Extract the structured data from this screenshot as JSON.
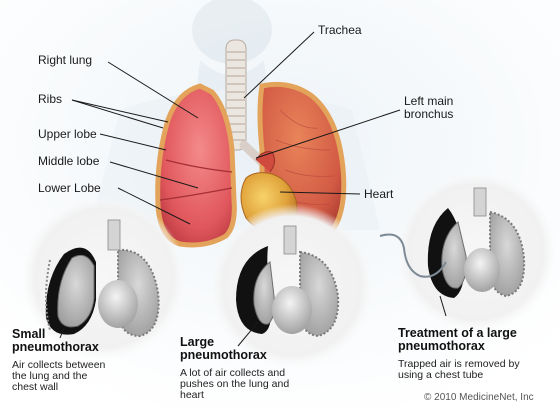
{
  "labels": {
    "trachea": "Trachea",
    "right_lung": "Right lung",
    "ribs": "Ribs",
    "upper_lobe": "Upper lobe",
    "middle_lobe": "Middle lobe",
    "lower_lobe": "Lower Lobe",
    "left_main_bronchus_1": "Left main",
    "left_main_bronchus_2": "bronchus",
    "heart": "Heart"
  },
  "panels": [
    {
      "title_1": "Small",
      "title_2": "pneumothorax",
      "desc_1": "Air collects between",
      "desc_2": "the lung and the",
      "desc_3": "chest wall"
    },
    {
      "title_1": "Large",
      "title_2": "pneumothorax",
      "desc_1": "A lot of air collects  and",
      "desc_2": "pushes on the lung and",
      "desc_3": "heart"
    },
    {
      "title_1": "Treatment of a large",
      "title_2": "pneumothorax",
      "desc_1": "Trapped air is removed by",
      "desc_2": "using a chest tube"
    }
  ],
  "copyright": "© 2010 MedicineNet, Inc"
}
